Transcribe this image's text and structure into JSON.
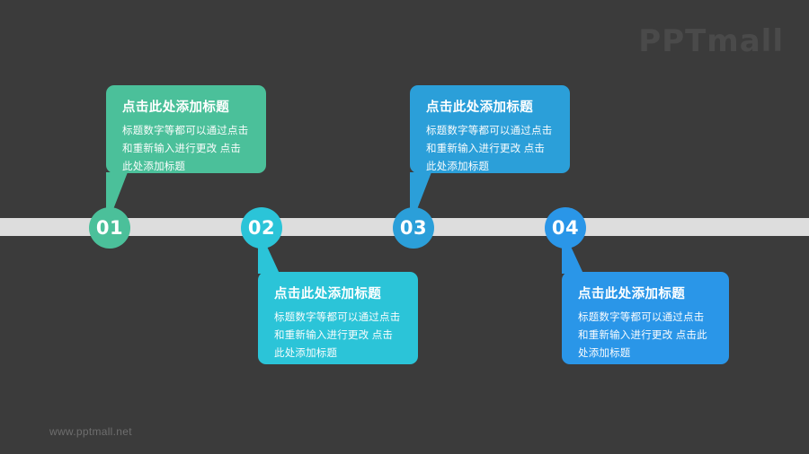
{
  "slide": {
    "background_color": "#3b3b3b",
    "logo_text": "PPTmall",
    "watermark_text": "www.pptmall.net",
    "timeline_color": "#dddddd"
  },
  "timeline": {
    "steps": [
      {
        "number": "01",
        "color": "#4bc09a",
        "position": "above",
        "title": "点击此处添加标题",
        "body": "标题数字等都可以通过点击和重新输入进行更改 点击此处添加标题"
      },
      {
        "number": "02",
        "color": "#2bc4d8",
        "position": "below",
        "title": "点击此处添加标题",
        "body": "标题数字等都可以通过点击和重新输入进行更改 点击此处添加标题"
      },
      {
        "number": "03",
        "color": "#2b9fd9",
        "position": "above",
        "title": "点击此处添加标题",
        "body": "标题数字等都可以通过点击和重新输入进行更改 点击此处添加标题"
      },
      {
        "number": "04",
        "color": "#2a96e8",
        "position": "below",
        "title": "点击此处添加标题",
        "body": "标题数字等都可以通过点击和重新输入进行更改 点击此处添加标题"
      }
    ]
  }
}
